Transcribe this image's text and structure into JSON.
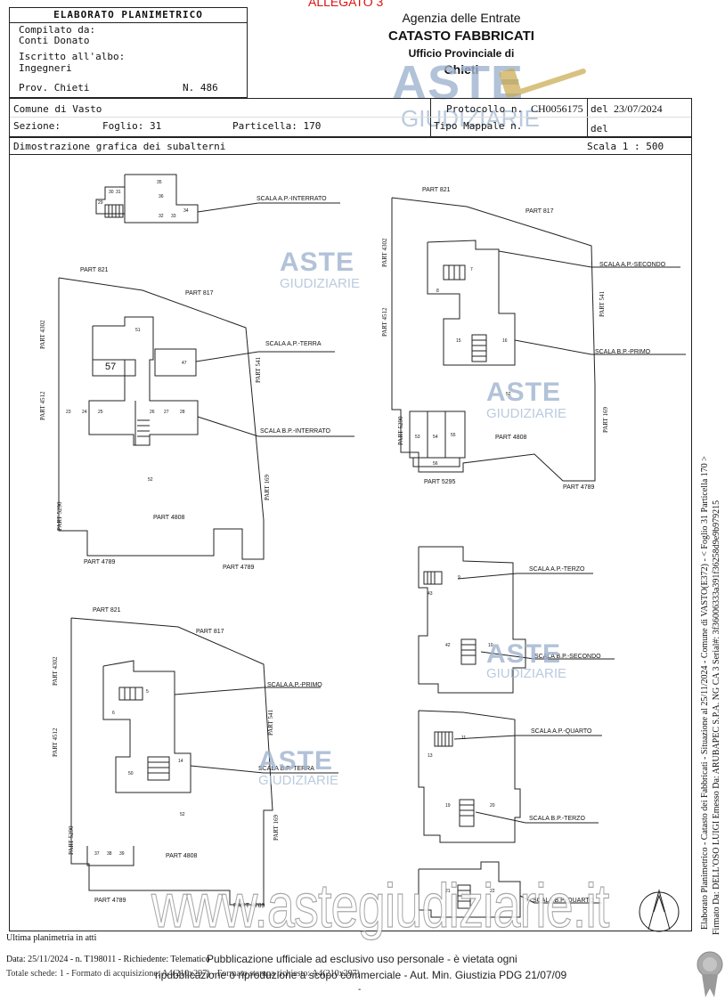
{
  "header": {
    "allegato": "ALLEGATO 3",
    "elaborato_title": "ELABORATO PLANIMETRICO",
    "compilato_label": "Compilato da:",
    "compilato_name": "Conti Donato",
    "iscritto_label": "Iscritto all'albo:",
    "iscritto_value": "Ingegneri",
    "prov_label": "Prov. Chieti",
    "n_label": "N. 486",
    "agency_line1": "Agenzia delle Entrate",
    "agency_line2": "CATASTO FABBRICATI",
    "agency_line3": "Ufficio Provinciale di",
    "agency_line4": "Chieti"
  },
  "info": {
    "comune": "Comune di Vasto",
    "protocollo_label": "Protocollo n.",
    "protocollo_value": "CH0056175",
    "del_label": "del",
    "protocollo_date": "23/07/2024",
    "sezione": "Sezione:",
    "foglio": "Foglio: 31",
    "particella": "Particella: 170",
    "tipo_mappale": "Tipo Mappale n.",
    "del2": "del",
    "dimostrazione": "Dimostrazione grafica dei subalterni",
    "scala": "Scala 1 : 500"
  },
  "plans": {
    "interrato": {
      "rooms": [
        "35",
        "36",
        "30",
        "31",
        "34",
        "29",
        "32",
        "33"
      ],
      "scala_label": "SCALA A.P.-INTERRATO"
    },
    "terra": {
      "part821": "PART 821",
      "part817": "PART 817",
      "part4302": "PART 4302",
      "part4512": "PART 4512",
      "part541": "PART 541",
      "part5290": "PART 5290",
      "part169": "PART 169",
      "part4808": "PART 4808",
      "part4789a": "PART 4789",
      "part4789b": "PART 4789",
      "r51": "51",
      "r57": "57",
      "r47": "47",
      "r23": "23",
      "r24": "24",
      "r25": "25",
      "r26": "26",
      "r27": "27",
      "r28": "28",
      "r52": "52",
      "scala_ap": "SCALA A.P.-TERRA",
      "scala_bp": "SCALA B.P.-INTERRATO"
    },
    "primo": {
      "part821": "PART 821",
      "part817": "PART 817",
      "part4302": "PART 4302",
      "part4512": "PART 4512",
      "part541": "PART 541",
      "part5290": "PART 5290",
      "part169": "PART 169",
      "part4808": "PART 4808",
      "part4789a": "PART 4789",
      "part4789b": "PART 4789",
      "r5": "5",
      "r6": "6",
      "r50": "50",
      "r14": "14",
      "r52": "52",
      "r37": "37",
      "r38": "38",
      "r39": "39",
      "scala_ap": "SCALA A.P.-PRIMO",
      "scala_bp": "SCALA B.P.-TERRA"
    },
    "secondo": {
      "part821": "PART 821",
      "part817": "PART 817",
      "part4302": "PART 4302",
      "part4512": "PART 4512",
      "part541": "PART 541",
      "part5290": "PART 5290",
      "part169": "PART 169",
      "part4808": "PART 4808",
      "part5295": "PART 5295",
      "part4789": "PART 4789",
      "r7": "7",
      "r8": "8",
      "r15": "15",
      "r16": "16",
      "r52": "52",
      "r53": "53",
      "r54": "54",
      "r55": "55",
      "r56": "56",
      "scala_ap": "SCALA A.P.-SECONDO",
      "scala_bp": "SCALA B.P.-PRIMO"
    },
    "terzo": {
      "r9": "9",
      "r43": "43",
      "r42": "42",
      "r10": "10",
      "scala_ap": "SCALA A.P.-TERZO",
      "scala_bp": "SCALA B.P.-SECONDO"
    },
    "quarto": {
      "r11": "11",
      "r13": "13",
      "r19": "19",
      "r20": "20",
      "scala_ap": "SCALA A.P.-QUARTO",
      "scala_bp": "SCALA B.P.-TERZO"
    },
    "copertura": {
      "r21": "21",
      "r22": "22",
      "scala_bp": "SCALA B.P.-QUARTO"
    }
  },
  "watermark": {
    "aste": "ASTE",
    "giudiziarie": "GIUDIZIARIE",
    "website": "www.astegiudiziarie.it",
    "pub_line1": "Pubblicazione ufficiale ad esclusivo uso personale - è vietata ogni",
    "pub_line2": "ripubblicazione o riproduzione a scopo commerciale - Aut. Min. Giustizia PDG 21/07/09"
  },
  "footer": {
    "ultima": "Ultima planimetria in atti",
    "data_line": "Data: 25/11/2024 - n. T198011 - Richiedente: Telematico",
    "totale_line": "Totale schede: 1 - Formato di acquisizione: A4(210x297) - Formato stampa richiesto: A4(210x297)",
    "dash": "-"
  },
  "side": {
    "line1": "Elaborato Planimetrico - Catasto dei Fabbricati - Situazione al 25/11/2024 - Comune di VASTO(E372) - < Foglio 31 Particella 170 >",
    "line2": "Firmato Da: DELL'OSO LUIGI Emesso Da: ARUBAPEC S.P.A. NG CA 3 Serial#: 3f36006333a391f36258d9e9b979215"
  }
}
